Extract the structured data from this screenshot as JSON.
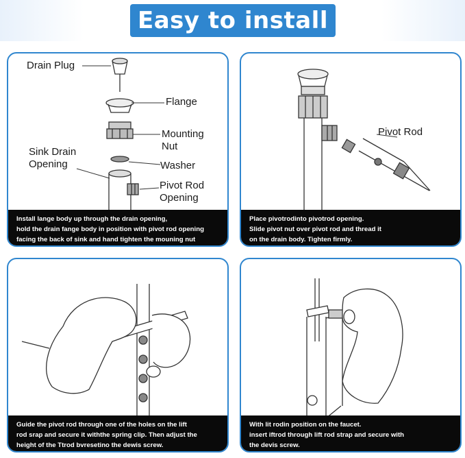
{
  "header": {
    "title": "Easy to install"
  },
  "panels": [
    {
      "labels": {
        "drain_plug": "Drain Plug",
        "flange": "Flange",
        "mounting_nut_1": "Mounting",
        "mounting_nut_2": "Nut",
        "sink_drain_1": "Sink Drain",
        "sink_drain_2": "Opening",
        "washer": "Washer",
        "pivot_opening_1": "Pivot Rod",
        "pivot_opening_2": "Opening"
      },
      "caption": [
        "Install lange body up through the drain opening,",
        "hold the drain fange body in position with pivot rod opening",
        "facing the back of sink and hand tighten the mouning nut"
      ]
    },
    {
      "labels": {
        "pivot_rod": "Pivot Rod"
      },
      "caption": [
        "Place pivotrodinto pivotrod opening.",
        "Slide pivot nut over pivot rod and thread it",
        "on the drain body. Tighten firmly."
      ]
    },
    {
      "caption": [
        "Guide the pivot rod through one of the holes on the lift",
        "rod srap and secure it withthe spring clip. Then adjust the",
        "height of the Ttrod bvresetino the dewis screw."
      ]
    },
    {
      "caption": [
        "With lit rodin position on the faucet.",
        "insert iftrod through lift rod strap and secure with",
        "the devis screw."
      ]
    }
  ]
}
